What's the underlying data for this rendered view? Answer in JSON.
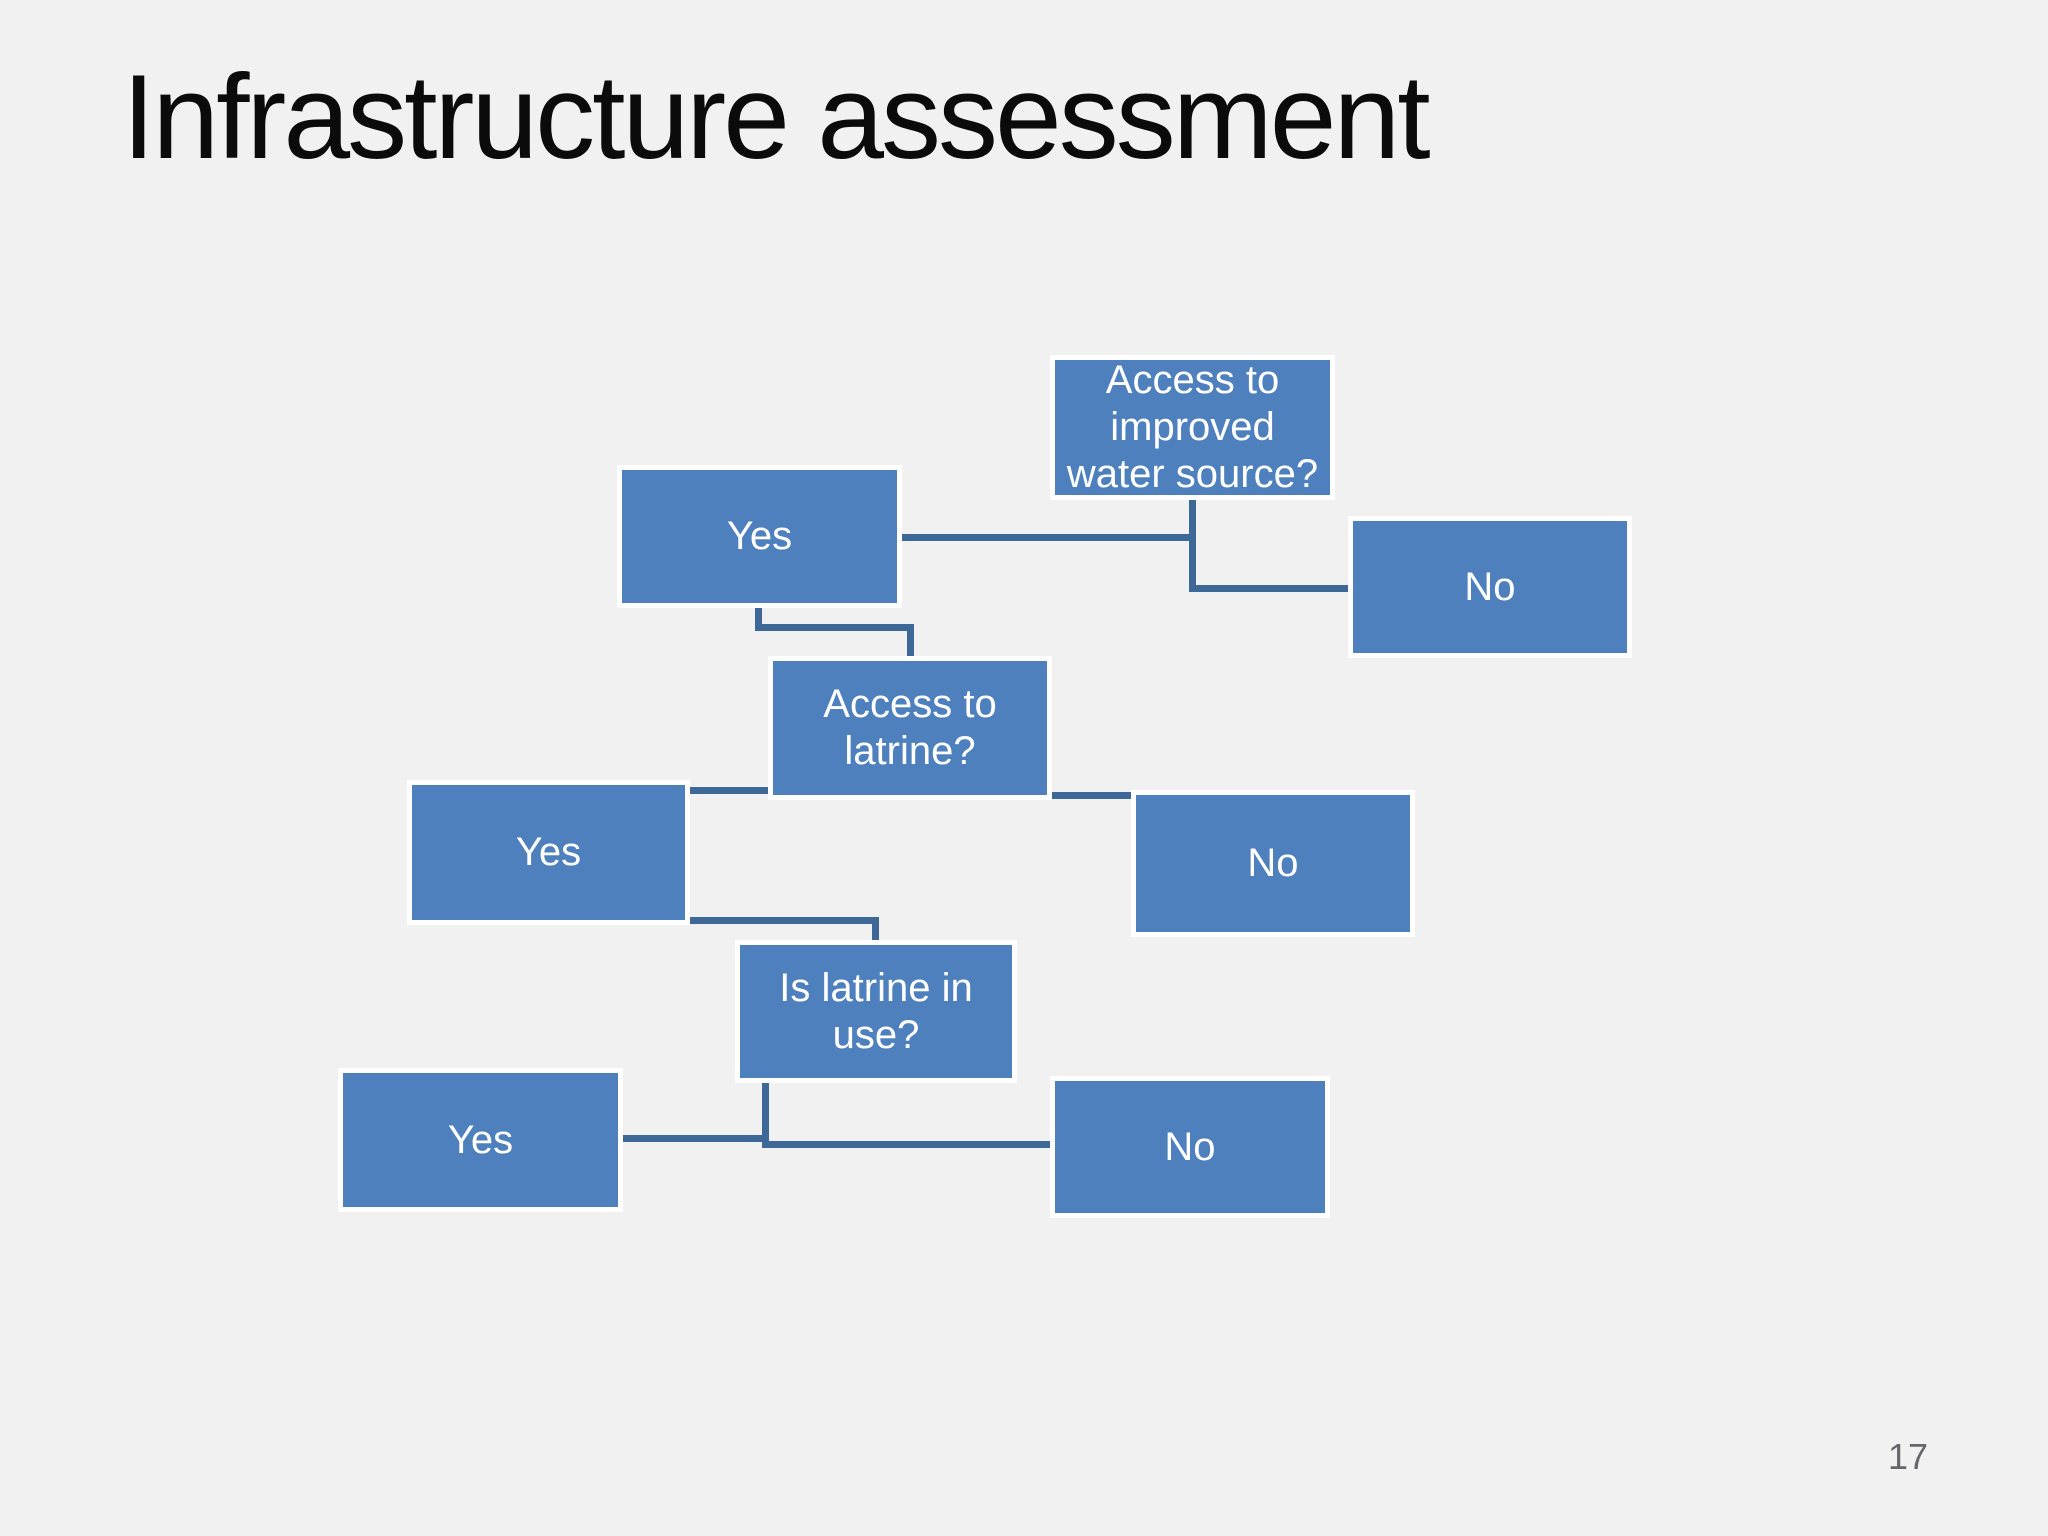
{
  "slide": {
    "title": "Infrastructure assessment",
    "page_number": "17"
  },
  "colors": {
    "background": "#f1f1f2",
    "node_fill": "#4d80bc",
    "node_halo": "#ffffff",
    "node_text": "#ffffff",
    "connector": "#3d6897",
    "title_text": "#0b0b0b",
    "page_number_text": "#66666e"
  },
  "flowchart": {
    "nodes": [
      {
        "id": "q1",
        "label": "Access to improved water source?"
      },
      {
        "id": "q1_yes",
        "label": "Yes"
      },
      {
        "id": "q1_no",
        "label": "No"
      },
      {
        "id": "q2",
        "label": "Access to latrine?"
      },
      {
        "id": "q2_yes",
        "label": "Yes"
      },
      {
        "id": "q2_no",
        "label": "No"
      },
      {
        "id": "q3",
        "label": "Is latrine in use?"
      },
      {
        "id": "q3_yes",
        "label": "Yes"
      },
      {
        "id": "q3_no",
        "label": "No"
      }
    ],
    "edges": [
      {
        "from": "q1",
        "to": "q1_yes"
      },
      {
        "from": "q1",
        "to": "q1_no"
      },
      {
        "from": "q1_yes",
        "to": "q2"
      },
      {
        "from": "q2",
        "to": "q2_yes"
      },
      {
        "from": "q2",
        "to": "q2_no"
      },
      {
        "from": "q2_yes",
        "to": "q3"
      },
      {
        "from": "q3",
        "to": "q3_yes"
      },
      {
        "from": "q3",
        "to": "q3_no"
      }
    ]
  }
}
